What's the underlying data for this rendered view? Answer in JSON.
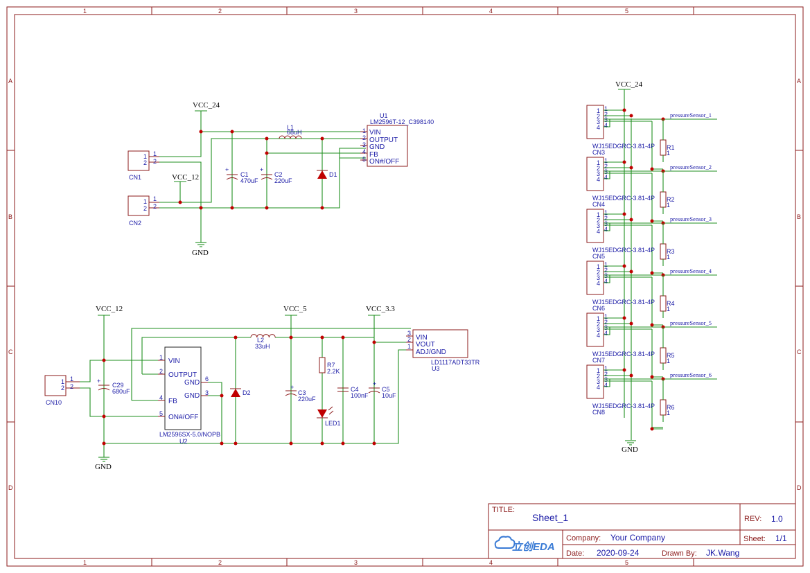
{
  "zones": {
    "columns": [
      "1",
      "2",
      "3",
      "4",
      "5"
    ],
    "rows": [
      "A",
      "B",
      "C",
      "D"
    ]
  },
  "nets": {
    "vcc24_top": "VCC_24",
    "vcc12_top": "VCC_12",
    "gnd_top": "GND",
    "vcc12_bottom": "VCC_12",
    "vcc5": "VCC_5",
    "vcc33": "VCC_3.3",
    "gnd_bottom": "GND",
    "vcc24_right": "VCC_24",
    "gnd_right": "GND"
  },
  "components": {
    "cn1": {
      "designator": "CN1",
      "pins": [
        "1",
        "2"
      ]
    },
    "cn2": {
      "designator": "CN2",
      "pins": [
        "1",
        "2"
      ]
    },
    "cn10": {
      "designator": "CN10",
      "pins": [
        "1",
        "2"
      ]
    },
    "u1": {
      "designator": "U1",
      "part": "LM2596T-12_C398140",
      "pins": [
        {
          "no": "1",
          "name": "VIN"
        },
        {
          "no": "2",
          "name": "OUTPUT"
        },
        {
          "no": "3",
          "name": "GND"
        },
        {
          "no": "4",
          "name": "FB"
        },
        {
          "no": "5",
          "name": "ON#/OFF"
        }
      ]
    },
    "l1": {
      "designator": "L1",
      "value": "68uH"
    },
    "c1": {
      "designator": "C1",
      "value": "470uF"
    },
    "c2": {
      "designator": "C2",
      "value": "220uF"
    },
    "d1": {
      "designator": "D1"
    },
    "u2": {
      "designator": "U2",
      "part": "LM2596SX-5.0/NOPB",
      "pins_left": [
        {
          "no": "1",
          "name": "VIN"
        },
        {
          "no": "2",
          "name": "OUTPUT"
        },
        {
          "no": "4",
          "name": "FB"
        },
        {
          "no": "5",
          "name": "ON#/OFF"
        }
      ],
      "pins_right": [
        {
          "no": "6",
          "name": "GND"
        },
        {
          "no": "3",
          "name": "GND"
        }
      ]
    },
    "c29": {
      "designator": "C29",
      "value": "680uF"
    },
    "l2": {
      "designator": "L2",
      "value": "33uH"
    },
    "d2": {
      "designator": "D2"
    },
    "c3": {
      "designator": "C3",
      "value": "220uF"
    },
    "r7": {
      "designator": "R7",
      "value": "2.2K"
    },
    "led1": {
      "designator": "LED1"
    },
    "c4": {
      "designator": "C4",
      "value": "100nF"
    },
    "c5": {
      "designator": "C5",
      "value": "10uF"
    },
    "u3": {
      "designator": "U3",
      "part": "LD1117ADT33TR",
      "pins": [
        {
          "no": "3",
          "name": "VIN"
        },
        {
          "no": "2",
          "name": "VOUT"
        },
        {
          "no": "1",
          "name": "ADJ/GND"
        }
      ]
    },
    "sensor_connectors": [
      {
        "designator": "CN3",
        "part": "WJ15EDGRC-3.81-4P",
        "resistor": "R1",
        "rvalue": "1",
        "net": "pressureSensor_1"
      },
      {
        "designator": "CN4",
        "part": "WJ15EDGRC-3.81-4P",
        "resistor": "R2",
        "rvalue": "1",
        "net": "pressureSensor_2"
      },
      {
        "designator": "CN5",
        "part": "WJ15EDGRC-3.81-4P",
        "resistor": "R3",
        "rvalue": "1",
        "net": "pressureSensor_3"
      },
      {
        "designator": "CN6",
        "part": "WJ15EDGRC-3.81-4P",
        "resistor": "R4",
        "rvalue": "1",
        "net": "pressureSensor_4"
      },
      {
        "designator": "CN7",
        "part": "WJ15EDGRC-3.81-4P",
        "resistor": "R5",
        "rvalue": "1",
        "net": "pressureSensor_5"
      },
      {
        "designator": "CN8",
        "part": "WJ15EDGRC-3.81-4P",
        "resistor": "R6",
        "rvalue": "1",
        "net": "pressureSensor_6"
      }
    ],
    "sensor_pins": [
      "1",
      "2",
      "3",
      "4"
    ]
  },
  "title_block": {
    "title_label": "TITLE:",
    "title": "Sheet_1",
    "rev_label": "REV:",
    "rev": "1.0",
    "company_label": "Company:",
    "company": "Your Company",
    "sheet_label": "Sheet:",
    "sheet": "1/1",
    "date_label": "Date:",
    "date": "2020-09-24",
    "drawn_label": "Drawn By:",
    "drawn_by": "JK.Wang",
    "logo_text": "立创EDA"
  },
  "colors": {
    "frame": "#8b1a1a",
    "wire": "#1f8f1f",
    "junction": "#c00000",
    "label": "#1a1aa6"
  }
}
